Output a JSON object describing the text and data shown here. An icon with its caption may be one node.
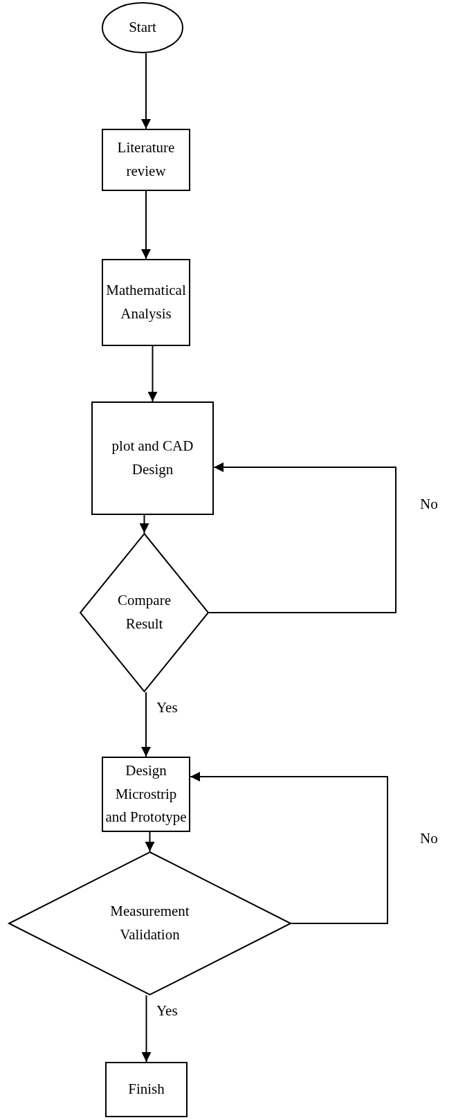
{
  "diagram": {
    "nodes": [
      {
        "text": [
          "Start"
        ]
      },
      {
        "text": [
          "Literature review"
        ]
      },
      {
        "text": [
          "Mathematical Analysis"
        ]
      },
      {
        "text": [
          "plot and CAD Design"
        ]
      },
      {
        "text": [
          "Compare Result"
        ]
      },
      {
        "text": [
          "Design Microstrip and Prototype"
        ]
      },
      {
        "text": [
          "Measurement Validation"
        ]
      },
      {
        "text": [
          "Finish"
        ]
      }
    ],
    "edges": [
      {
        "from": 0,
        "to": 1,
        "arrow": "to"
      },
      {
        "from": 1,
        "to": 2,
        "arrow": "to"
      },
      {
        "from": 2,
        "to": 3,
        "arrow": "to"
      },
      {
        "from": 3,
        "to": 4,
        "arrow": "to"
      },
      {
        "from": 4,
        "to": 3,
        "arrow": "to",
        "label": "No"
      },
      {
        "from": 4,
        "to": 5,
        "arrow": "to",
        "label": "Yes"
      },
      {
        "from": 5,
        "to": 6,
        "arrow": "to"
      },
      {
        "from": 6,
        "to": 5,
        "arrow": "to",
        "label": "No"
      },
      {
        "from": 6,
        "to": 7,
        "arrow": "to",
        "label": "Yes"
      }
    ]
  }
}
